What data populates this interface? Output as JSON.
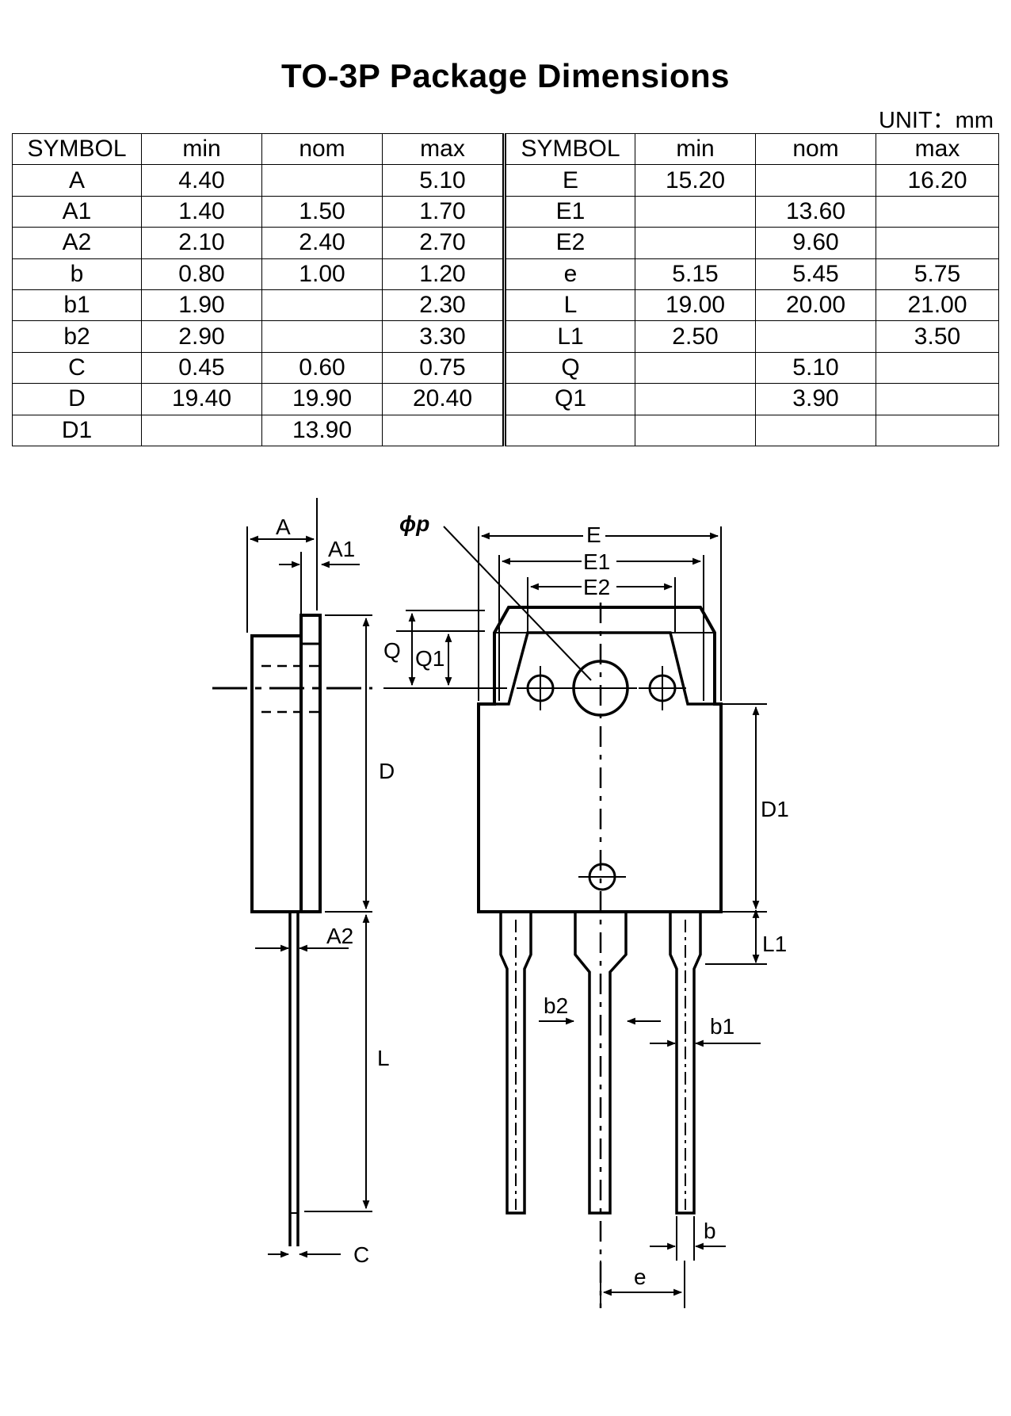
{
  "title": "TO-3P Package Dimensions",
  "unit": "UNIT：mm",
  "table": {
    "headers": [
      "SYMBOL",
      "min",
      "nom",
      "max",
      "SYMBOL",
      "min",
      "nom",
      "max"
    ],
    "rows": [
      [
        "A",
        "4.40",
        "",
        "5.10",
        "E",
        "15.20",
        "",
        "16.20"
      ],
      [
        "A1",
        "1.40",
        "1.50",
        "1.70",
        "E1",
        "",
        "13.60",
        ""
      ],
      [
        "A2",
        "2.10",
        "2.40",
        "2.70",
        "E2",
        "",
        "9.60",
        ""
      ],
      [
        "b",
        "0.80",
        "1.00",
        "1.20",
        "e",
        "5.15",
        "5.45",
        "5.75"
      ],
      [
        "b1",
        "1.90",
        "",
        "2.30",
        "L",
        "19.00",
        "20.00",
        "21.00"
      ],
      [
        "b2",
        "2.90",
        "",
        "3.30",
        "L1",
        "2.50",
        "",
        "3.50"
      ],
      [
        "C",
        "0.45",
        "0.60",
        "0.75",
        "Q",
        "",
        "5.10",
        ""
      ],
      [
        "D",
        "19.40",
        "19.90",
        "20.40",
        "Q1",
        "",
        "3.90",
        ""
      ],
      [
        "D1",
        "",
        "13.90",
        "",
        "",
        "",
        "",
        ""
      ]
    ]
  },
  "drawing_labels": {
    "A": "A",
    "A1": "A1",
    "A2": "A2",
    "D": "D",
    "L": "L",
    "C": "C",
    "phi_p": "ϕp",
    "E": "E",
    "E1": "E1",
    "E2": "E2",
    "Q": "Q",
    "Q1": "Q1",
    "D1": "D1",
    "L1": "L1",
    "b2": "b2",
    "b1": "b1",
    "b": "b",
    "e": "e"
  }
}
